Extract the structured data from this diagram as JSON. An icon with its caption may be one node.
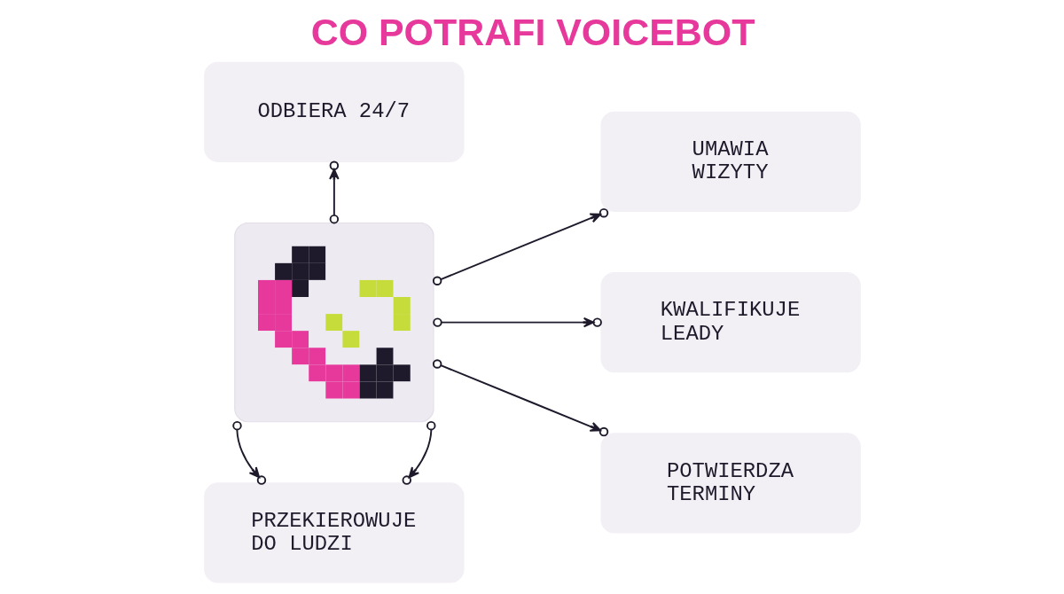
{
  "diagram": {
    "title": "CO POTRAFI VOICEBOT",
    "nodes": [
      {
        "text": [
          "ODBIERA 24/7"
        ]
      },
      {
        "text": [
          "UMAWIA WIZYTY"
        ]
      },
      {
        "text": [],
        "shape": "picture"
      },
      {
        "text": [
          "KWALIFIKUJE LEADY"
        ]
      },
      {
        "text": [
          "PRZEKIEROWUJE DO LUDZI"
        ]
      },
      {
        "text": [
          "POTWIERDZA TERMINY"
        ]
      }
    ],
    "edges": [
      {
        "from": 2,
        "to": 0,
        "arrow": "to"
      },
      {
        "from": 2,
        "to": 4,
        "arrow": "to"
      },
      {
        "from": 2,
        "to": 4,
        "arrow": "to"
      },
      {
        "from": 2,
        "to": 1,
        "arrow": "to"
      },
      {
        "from": 2,
        "to": 3,
        "arrow": "to"
      },
      {
        "from": 2,
        "to": 5,
        "arrow": "to"
      }
    ]
  }
}
